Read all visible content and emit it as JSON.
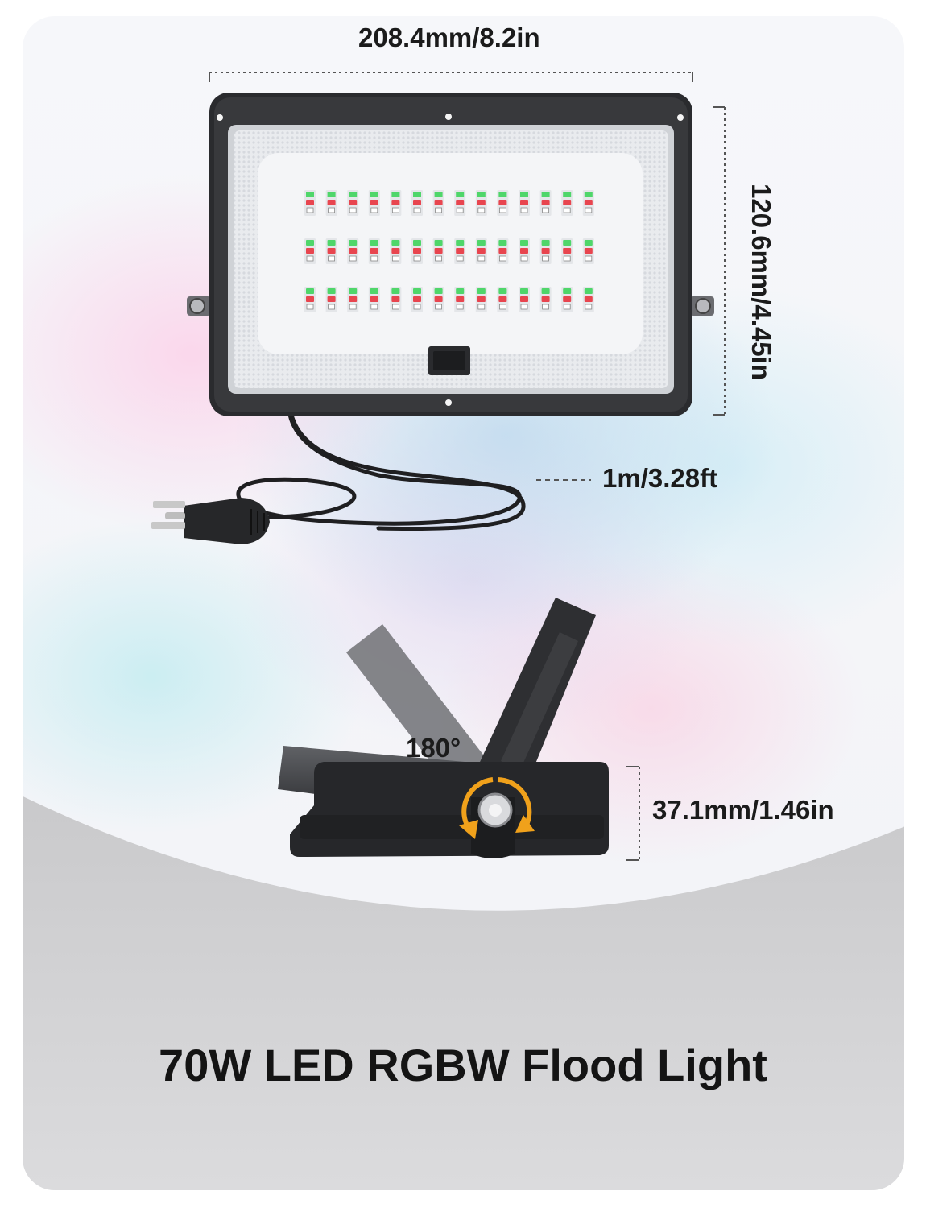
{
  "dimensions": {
    "width_label": "208.4mm/8.2in",
    "height_label": "120.6mm/4.45in",
    "cord_label": "1m/3.28ft",
    "rotation_label": "180°",
    "depth_label": "37.1mm/1.46in"
  },
  "product": {
    "title": "70W LED RGBW Flood Light"
  },
  "led_array": {
    "rows": 3,
    "columns": 14,
    "colors": [
      "#4fd66a",
      "#e8454f",
      "#ffffff"
    ]
  },
  "colors": {
    "housing": "#2a2b2e",
    "lens": "#eceef1",
    "accent_arrow": "#f0a11b",
    "backdrop_gray": "#d4d4d6",
    "text": "#1b1b1b"
  }
}
